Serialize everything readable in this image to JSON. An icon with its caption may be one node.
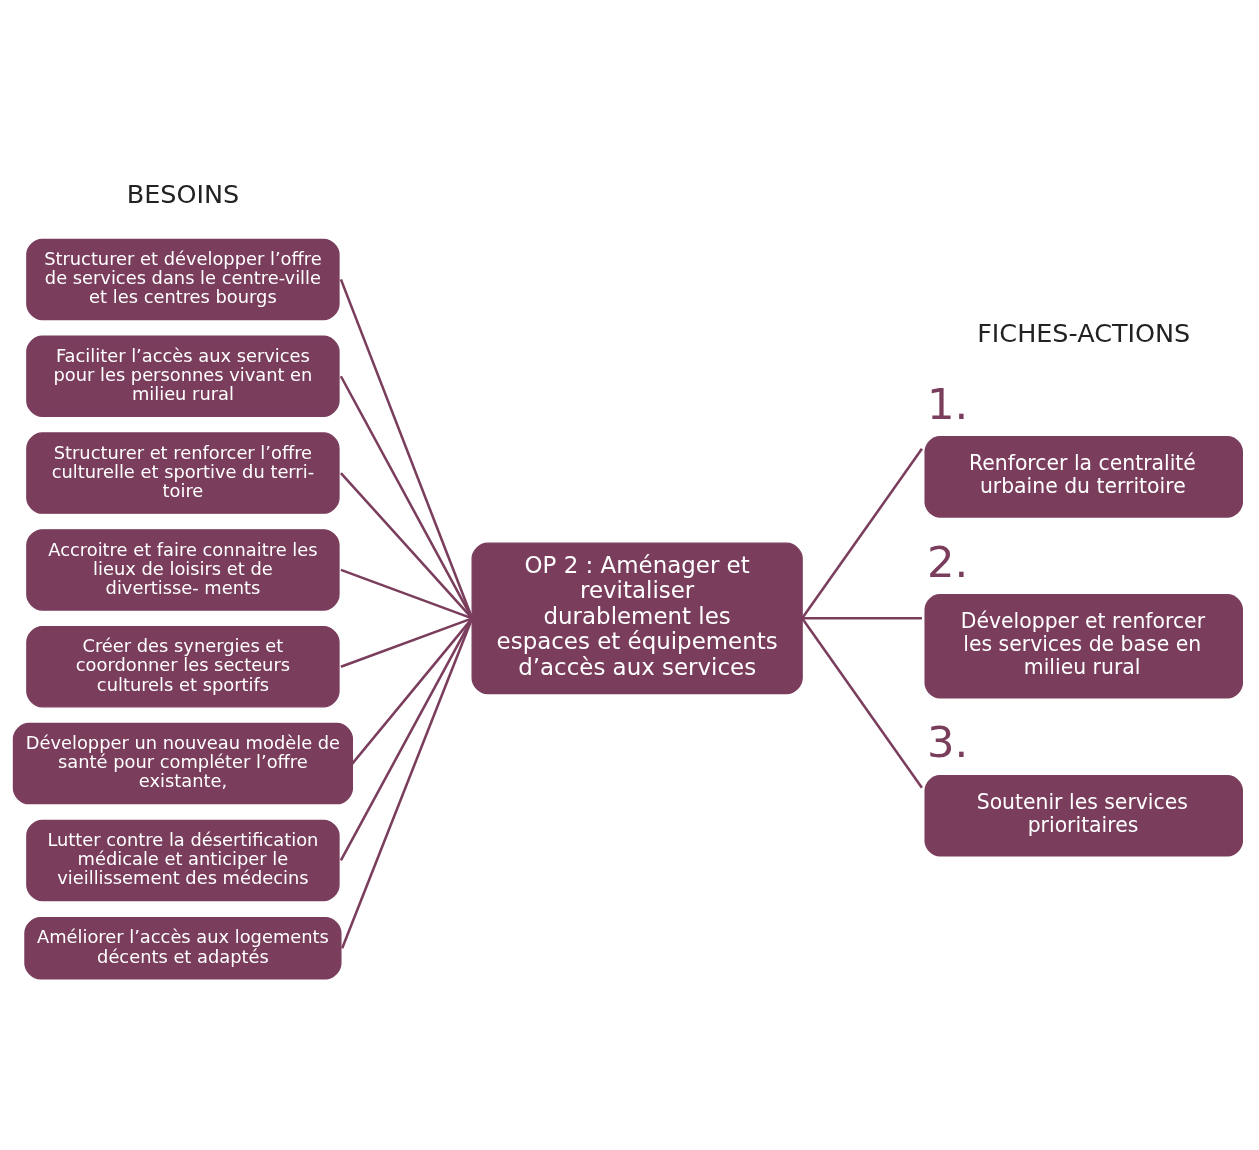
{
  "diagram": {
    "nodes": [
      {
        "text": [
          "Structurer et développer l’offre de services dans le centre-ville et les centres bourgs"
        ]
      },
      {
        "text": [
          "Faciliter l’accès aux services pour les personnes vivant en milieu rural"
        ]
      },
      {
        "text": [
          "Structurer et renforcer l’offre culturelle et sportive du terri- toire"
        ]
      },
      {
        "text": [
          "Accroitre et faire connaitre les lieux de loisirs et de divertisse- ments"
        ]
      },
      {
        "text": [
          "Créer des synergies et coordonner les secteurs culturels et sportifs"
        ]
      },
      {
        "text": [
          "Développer un nouveau modèle de santé pour compléter l’offre existante,"
        ]
      },
      {
        "text": [
          "Lutter contre la désertification médicale et anticiper le vieillissement des médecins"
        ]
      },
      {
        "text": [
          "Améliorer l’accès aux logements décents et adaptés"
        ]
      },
      {
        "text": [
          "OP 2 : Aménager et revitaliser durablement les espaces et équipements d’accès aux services"
        ]
      },
      {
        "text": [
          "Renforcer la centralité urbaine du territoire"
        ],
        "beside": [
          "1."
        ]
      },
      {
        "text": [
          "Développer et renforcer les services de base en milieu rural"
        ],
        "beside": [
          "2."
        ]
      },
      {
        "text": [
          "Soutenir les services prioritaires"
        ],
        "beside": [
          "3."
        ]
      }
    ],
    "edges": [
      {
        "from": 0,
        "to": 8,
        "arrow": "none"
      },
      {
        "from": 1,
        "to": 8,
        "arrow": "none"
      },
      {
        "from": 2,
        "to": 8,
        "arrow": "none"
      },
      {
        "from": 3,
        "to": 8,
        "arrow": "none"
      },
      {
        "from": 4,
        "to": 8,
        "arrow": "none"
      },
      {
        "from": 5,
        "to": 8,
        "arrow": "none"
      },
      {
        "from": 6,
        "to": 8,
        "arrow": "none"
      },
      {
        "from": 7,
        "to": 8,
        "arrow": "none"
      },
      {
        "from": 8,
        "to": 9,
        "arrow": "none"
      },
      {
        "from": 8,
        "to": 10,
        "arrow": "none"
      },
      {
        "from": 8,
        "to": 11,
        "arrow": "none"
      }
    ],
    "labels": [
      "BESOINS",
      "FICHES-ACTIONS"
    ]
  }
}
